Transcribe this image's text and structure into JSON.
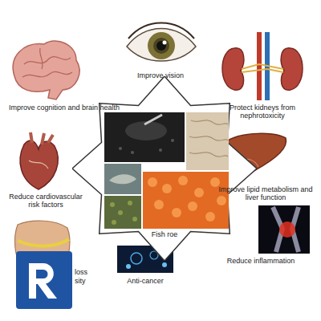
{
  "diagram": {
    "nodes": [
      {
        "text": [
          "Fish roe"
        ]
      }
    ],
    "labels": [
      "Improve vision",
      "Improve cognition and brain health",
      "Protect kidneys from nephrotoxicity",
      "Reduce cardiovascular risk factors",
      "Improve lipid metabolism and liver function",
      "Reduce inflammation",
      "loss",
      "sity",
      "Anti-cancer"
    ]
  }
}
